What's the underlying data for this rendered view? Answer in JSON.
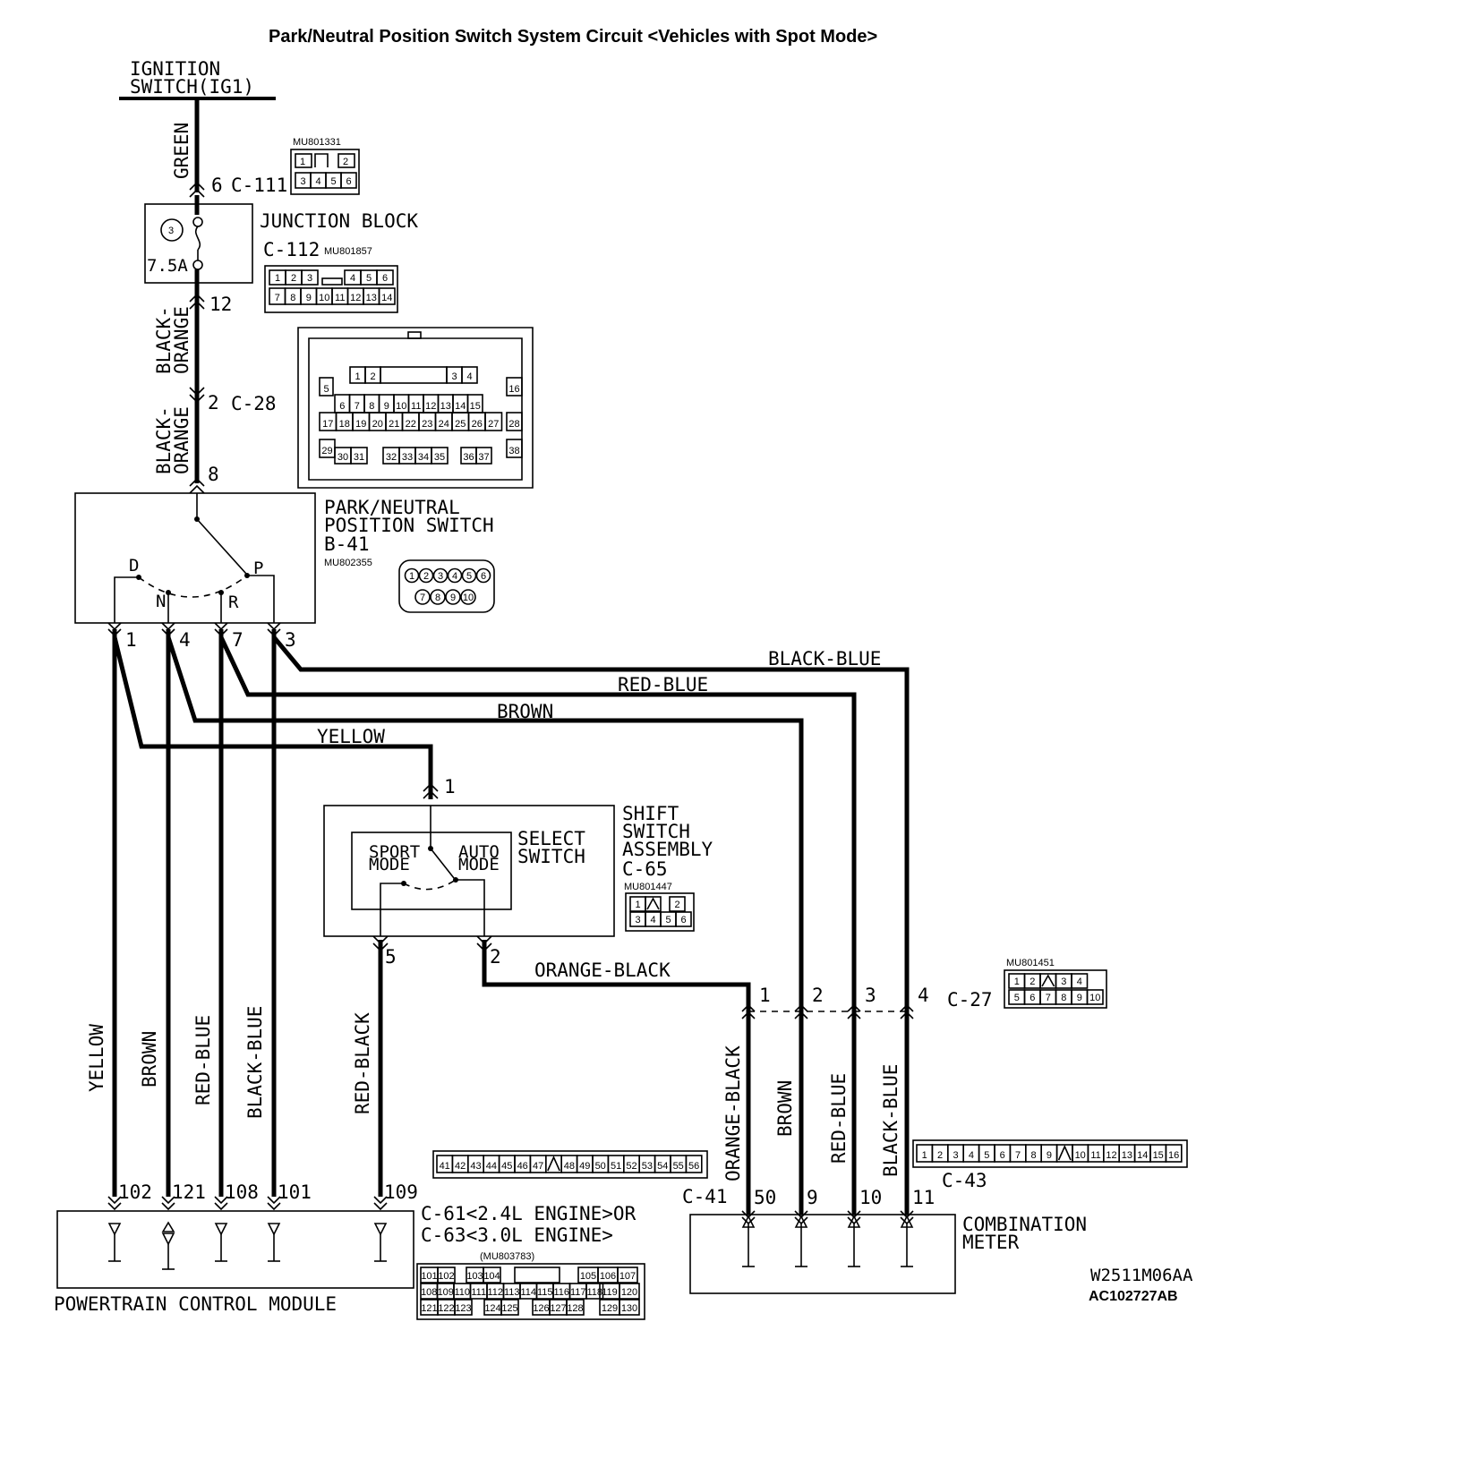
{
  "title": "Park/Neutral Position Switch System Circuit <Vehicles with Spot Mode>",
  "ignition": {
    "line1": "IGNITION",
    "line2": "SWITCH(IG1)"
  },
  "wires": {
    "green": "GREEN",
    "black_orange_a": "BLACK-\nORANGE",
    "black_orange_b": "BLACK-\nORANGE",
    "black_blue_top": "BLACK-BLUE",
    "red_blue_top": "RED-BLUE",
    "brown_top": "BROWN",
    "yellow_top": "YELLOW",
    "orange_black_top": "ORANGE-BLACK",
    "yellow_v": "YELLOW",
    "brown_v": "BROWN",
    "red_blue_v": "RED-BLUE",
    "black_blue_v": "BLACK-BLUE",
    "red_black_v": "RED-BLACK",
    "orange_black_v": "ORANGE-BLACK",
    "brown_v2": "BROWN",
    "red_blue_v2": "RED-BLUE",
    "black_blue_v2": "BLACK-BLUE"
  },
  "c111": {
    "pin": "6",
    "label": "C-111",
    "part": "MU801331",
    "cells": [
      "1",
      "",
      "2",
      "3",
      "4",
      "5",
      "6"
    ]
  },
  "junction_block": {
    "label": "JUNCTION BLOCK",
    "fuse_no": "3",
    "fuse_rating": "7.5A",
    "connector": "C-112",
    "part": "MU801857",
    "out_pin": "12",
    "row1": [
      "1",
      "2",
      "3",
      "4",
      "5",
      "6"
    ],
    "row2": [
      "7",
      "8",
      "9",
      "10",
      "11",
      "12",
      "13",
      "14"
    ]
  },
  "c28": {
    "pin": "2",
    "label": "C-28"
  },
  "c28_cells": {
    "r1": [
      "1",
      "2",
      "3",
      "4"
    ],
    "r2l": [
      "5"
    ],
    "r2": [
      "6",
      "7",
      "8",
      "9",
      "10",
      "11",
      "12",
      "13",
      "14",
      "15"
    ],
    "r2r": [
      "16"
    ],
    "r3": [
      "17",
      "18",
      "19",
      "20",
      "21",
      "22",
      "23",
      "24",
      "25",
      "26",
      "27",
      "28"
    ],
    "r4": [
      "29",
      "30",
      "31",
      "32",
      "33",
      "34",
      "35",
      "36",
      "37",
      "38"
    ]
  },
  "pnp_switch": {
    "line1": "PARK/NEUTRAL",
    "line2": "POSITION SWITCH",
    "line3": "B-41",
    "part": "MU802355",
    "in_pin": "8",
    "pos_d": "D",
    "pos_n": "N",
    "pos_r": "R",
    "pos_p": "P",
    "pins": [
      "1",
      "4",
      "7",
      "3"
    ],
    "conn_row1": [
      "1",
      "2",
      "3",
      "4",
      "5",
      "6"
    ],
    "conn_row2": [
      "7",
      "8",
      "9",
      "10"
    ]
  },
  "shift_switch": {
    "line1": "SHIFT",
    "line2": "SWITCH",
    "line3": "ASSEMBLY",
    "line4": "C-65",
    "part": "MU801447",
    "select1": "SELECT",
    "select2": "SWITCH",
    "sport1": "SPORT",
    "sport2": "MODE",
    "auto1": "AUTO",
    "auto2": "MODE",
    "in_pin": "1",
    "out_pin_sport": "5",
    "out_pin_auto": "2",
    "cells_r1": [
      "1",
      "",
      "2"
    ],
    "cells_r2": [
      "3",
      "4",
      "5",
      "6"
    ]
  },
  "c27": {
    "label": "C-27",
    "part": "MU801451",
    "pins": [
      "1",
      "2",
      "3",
      "4"
    ],
    "cells_r1": [
      "1",
      "2",
      "",
      "3",
      "4"
    ],
    "cells_r2": [
      "5",
      "6",
      "7",
      "8",
      "9",
      "10"
    ]
  },
  "pcm": {
    "label": "POWERTRAIN CONTROL MODULE",
    "pins": [
      "102",
      "121",
      "108",
      "101",
      "109"
    ],
    "conn_a": "C-61<2.4L ENGINE>OR",
    "conn_b": "C-63<3.0L ENGINE>",
    "part": "(MU803783)",
    "cells_r1": [
      "101",
      "102",
      "103",
      "104",
      "105",
      "106",
      "107"
    ],
    "cells_r2": [
      "108",
      "109",
      "110",
      "111",
      "112",
      "113",
      "114",
      "115",
      "116",
      "117",
      "118",
      "119",
      "120"
    ],
    "cells_r3": [
      "121",
      "122",
      "123",
      "124",
      "125",
      "126",
      "127",
      "128",
      "129",
      "130"
    ]
  },
  "combination_meter": {
    "line1": "COMBINATION",
    "line2": "METER",
    "conn_left": "C-41",
    "conn_right": "C-43",
    "pins": [
      "50",
      "9",
      "10",
      "11"
    ],
    "c41_cells": [
      "41",
      "42",
      "43",
      "44",
      "45",
      "46",
      "47",
      "",
      "48",
      "49",
      "50",
      "51",
      "52",
      "53",
      "54",
      "55",
      "56"
    ],
    "c43_cells": [
      "1",
      "2",
      "3",
      "4",
      "5",
      "6",
      "7",
      "8",
      "9",
      "",
      "10",
      "11",
      "12",
      "13",
      "14",
      "15",
      "16"
    ]
  },
  "codes": {
    "w": "W2511M06AA",
    "ac": "AC102727AB"
  }
}
